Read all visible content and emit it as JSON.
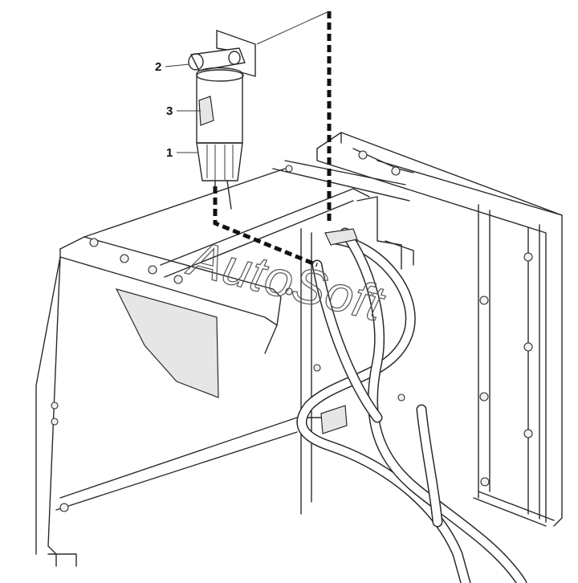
{
  "callouts": [
    {
      "id": "1",
      "label": "1"
    },
    {
      "id": "2",
      "label": "2"
    },
    {
      "id": "3",
      "label": "3"
    }
  ],
  "watermark": "AutoSoft",
  "colors": {
    "line": "#2a2a2a",
    "background": "#ffffff",
    "shade": "#e6e6e6"
  }
}
